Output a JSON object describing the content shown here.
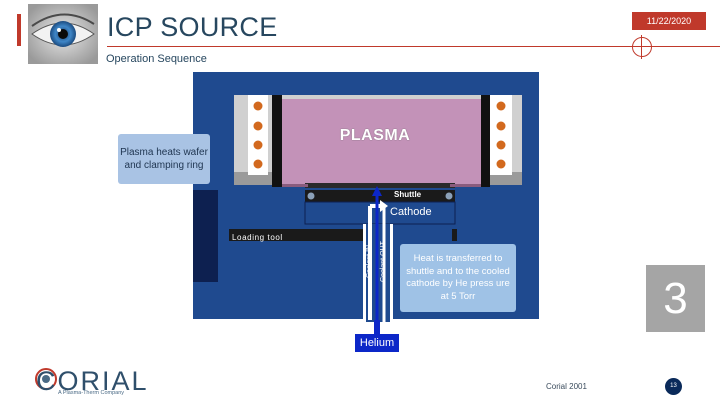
{
  "header": {
    "title": "ICP SOURCE",
    "date": "11/22/2020",
    "subtitle": "Operation Sequence"
  },
  "diagram": {
    "plasma_label": "PLASMA",
    "shuttle_label": "Shuttle",
    "cathode_label": "Cathode",
    "loading_tool_label": "Loading tool",
    "coolant_in_label": "Coolant IN",
    "coolant_out_label": "Coolant OUT",
    "helium_label": "Helium",
    "plasma_callout": "Plasma heats wafer and clamping ring",
    "heat_callout": "Heat is transferred to shuttle and to the cooled cathode by He press ure at 5 Torr",
    "step_number": "3"
  },
  "footer": {
    "logo_text": "CORIAL",
    "logo_tagline": "A Plasma-Therm Company",
    "company_year": "Corial 2001",
    "page_number": "13"
  },
  "colors": {
    "accent": "#c0392b",
    "title": "#27475f",
    "chamber": "#1f4a8f",
    "plasma": "#c392b8",
    "helium": "#0c27c8",
    "callout": "#a9c3e4",
    "step_box": "#a5a5a5"
  }
}
